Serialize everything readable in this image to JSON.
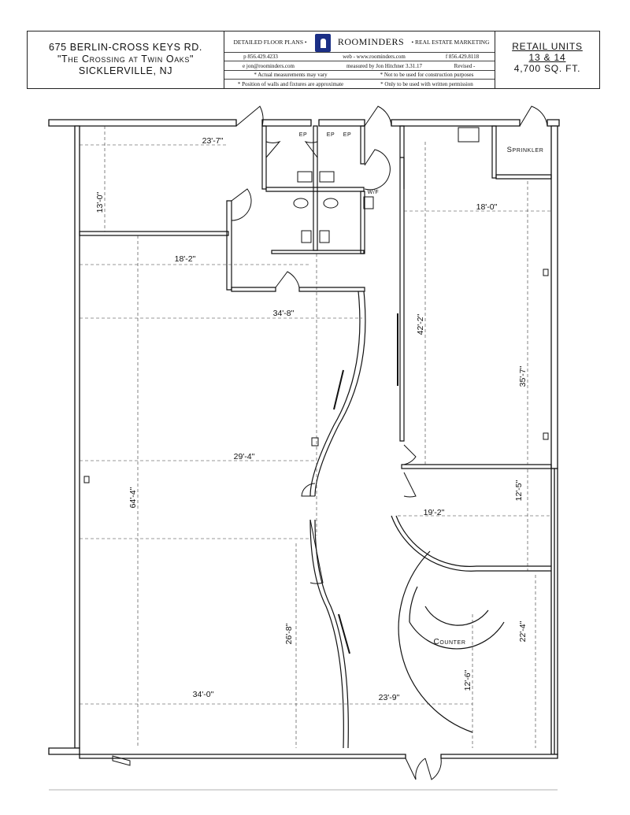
{
  "header": {
    "address_line1": "675 BERLIN-CROSS KEYS RD.",
    "address_line2": "\"The Crossing at Twin Oaks\"",
    "address_line3": "SICKLERVILLE, NJ",
    "service_left": "DETAILED FLOOR PLANS  •",
    "brand": "ROOMINDERS",
    "service_right": "•  REAL ESTATE MARKETING",
    "phone": "p   856.429.4233",
    "web": "web -  www.roominders.com",
    "fax": "f   856.429.8118",
    "email": "e   jon@roominders.com",
    "measured_by": "measured by Jon Hitchner  3.31.17",
    "revised": "Revised -",
    "note1": "* Actual measurements may vary",
    "note2": "* Not to be used for construction purposes",
    "note3": "* Position of walls and fixtures are approximate",
    "note4": "* Only to be used with written permission",
    "units_title": "RETAIL UNITS",
    "units_numbers": "13 & 14",
    "units_area": "4,700 SQ. FT."
  },
  "plan": {
    "dimensions": {
      "top_left_room_width": "23'-7\"",
      "top_left_room_depth": "13'-0\"",
      "upper_width_a": "18'-2\"",
      "upper_width_b": "34'-8\"",
      "middle_width": "29'-4\"",
      "overall_depth_left": "64'-4\"",
      "lower_depth": "26'-8\"",
      "bottom_width_left": "34'-0\"",
      "bottom_width_right": "23'-9\"",
      "right_room_width": "18'-0\"",
      "right_room_depth": "42'-2\"",
      "right_depth_b": "35'-7\"",
      "right_mid_depth": "12'-5\"",
      "right_mid_width": "19'-2\"",
      "right_lower_depth": "22'-4\"",
      "counter_depth": "12'-6\""
    },
    "labels": {
      "sprinkler": "Sprinkler",
      "counter": "Counter",
      "ep1": "EP",
      "ep2": "EP",
      "ep3": "EP",
      "wf": "W/F"
    }
  }
}
